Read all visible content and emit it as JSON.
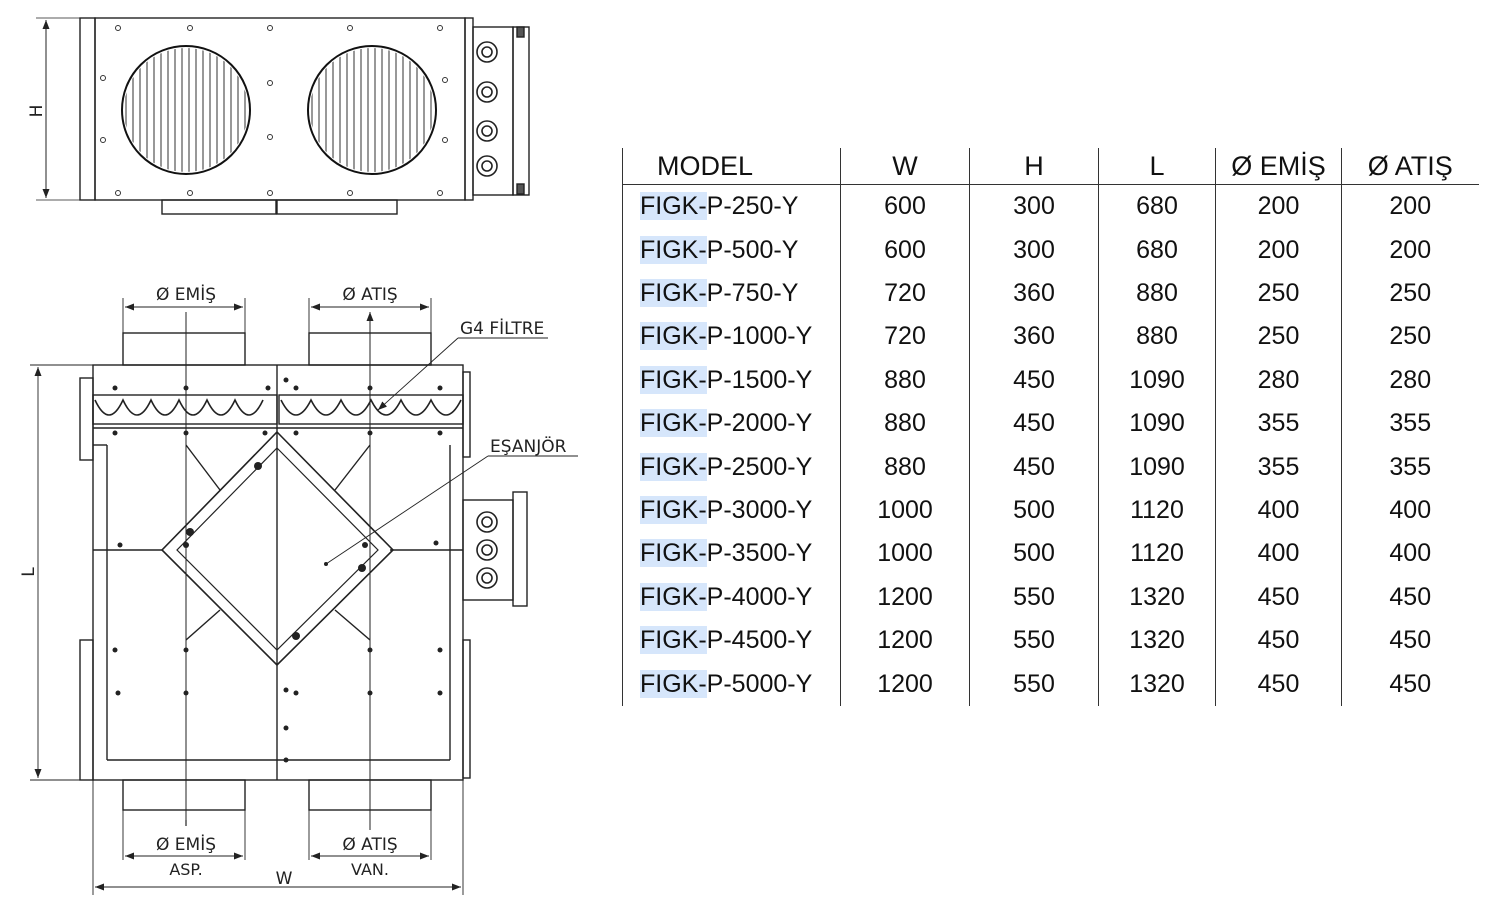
{
  "drawing": {
    "labels": {
      "height": "H",
      "length": "L",
      "width": "W",
      "emis_top": "Ø EMİŞ",
      "atis_top": "Ø ATIŞ",
      "filter": "G4 FİLTRE",
      "exchanger": "EŞANJÖR",
      "emis_bottom": "Ø EMİŞ",
      "atis_bottom": "Ø ATIŞ",
      "asp": "ASP.",
      "van": "VAN."
    }
  },
  "table": {
    "headers": [
      "MODEL",
      "W",
      "H",
      "L",
      "Ø EMİŞ",
      "Ø ATIŞ"
    ],
    "model_prefix": "FIGK-",
    "rows": [
      {
        "model_suffix": "P-250-Y",
        "w": "600",
        "h": "300",
        "l": "680",
        "emis": "200",
        "atis": "200"
      },
      {
        "model_suffix": "P-500-Y",
        "w": "600",
        "h": "300",
        "l": "680",
        "emis": "200",
        "atis": "200"
      },
      {
        "model_suffix": "P-750-Y",
        "w": "720",
        "h": "360",
        "l": "880",
        "emis": "250",
        "atis": "250"
      },
      {
        "model_suffix": "P-1000-Y",
        "w": "720",
        "h": "360",
        "l": "880",
        "emis": "250",
        "atis": "250"
      },
      {
        "model_suffix": "P-1500-Y",
        "w": "880",
        "h": "450",
        "l": "1090",
        "emis": "280",
        "atis": "280"
      },
      {
        "model_suffix": "P-2000-Y",
        "w": "880",
        "h": "450",
        "l": "1090",
        "emis": "355",
        "atis": "355"
      },
      {
        "model_suffix": "P-2500-Y",
        "w": "880",
        "h": "450",
        "l": "1090",
        "emis": "355",
        "atis": "355"
      },
      {
        "model_suffix": "P-3000-Y",
        "w": "1000",
        "h": "500",
        "l": "1120",
        "emis": "400",
        "atis": "400"
      },
      {
        "model_suffix": "P-3500-Y",
        "w": "1000",
        "h": "500",
        "l": "1120",
        "emis": "400",
        "atis": "400"
      },
      {
        "model_suffix": "P-4000-Y",
        "w": "1200",
        "h": "550",
        "l": "1320",
        "emis": "450",
        "atis": "450"
      },
      {
        "model_suffix": "P-4500-Y",
        "w": "1200",
        "h": "550",
        "l": "1320",
        "emis": "450",
        "atis": "450"
      },
      {
        "model_suffix": "P-5000-Y",
        "w": "1200",
        "h": "550",
        "l": "1320",
        "emis": "450",
        "atis": "450"
      }
    ]
  }
}
